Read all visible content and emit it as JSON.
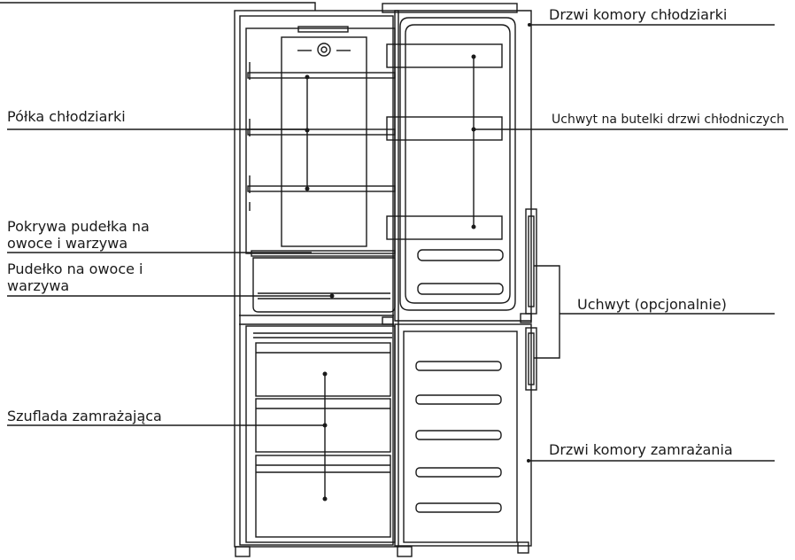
{
  "labels": {
    "fridge_door": "Drzwi komory chłodziarki",
    "fridge_shelf": "Półka chłodziarki",
    "door_bottle_holder": "Uchwyt na butelki drzwi chłodniczych",
    "crisper_cover_line1": "Pokrywa pudełka na",
    "crisper_cover_line2": "owoce i warzywa",
    "crisper_box_line1": "Pudełko na owoce i",
    "crisper_box_line2": "warzywa",
    "handle": "Uchwyt (opcjonalnie)",
    "freezer_drawer": "Szuflada zamrażająca",
    "freezer_door": "Drzwi komory zamrażania"
  },
  "colors": {
    "line": "#1a1a1a",
    "background": "#ffffff"
  }
}
